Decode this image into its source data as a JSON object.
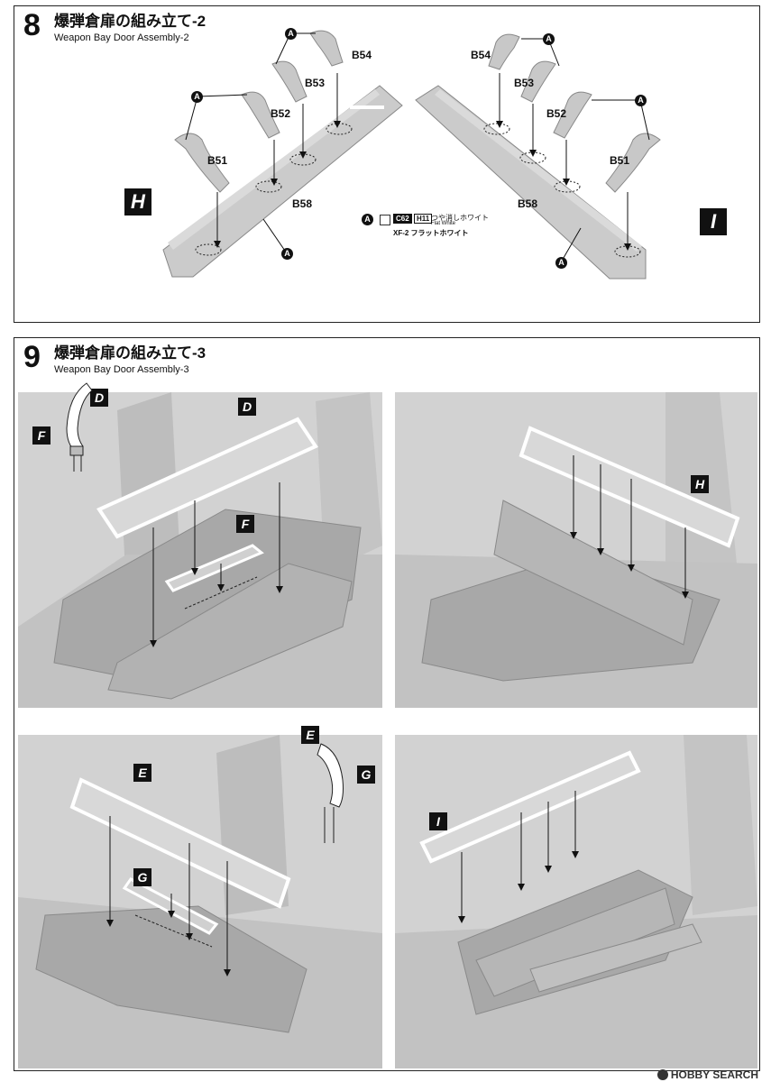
{
  "step8": {
    "number": "8",
    "title_jp": "爆弾倉扉の組み立て-2",
    "title_en": "Weapon Bay Door Assembly-2",
    "left_group": {
      "letter": "H",
      "parts": [
        "B54",
        "B53",
        "B52",
        "B51",
        "B58"
      ]
    },
    "right_group": {
      "letter": "I",
      "parts": [
        "B54",
        "B53",
        "B52",
        "B51",
        "B58"
      ]
    },
    "paint_marker": "A",
    "legend": {
      "marker": "A",
      "code1": "C62",
      "code2": "H11",
      "name_jp": "つや消しホワイト",
      "name_en": "Flat White",
      "alt": "XF-2 フラットホワイト"
    }
  },
  "step9": {
    "number": "9",
    "title_jp": "爆弾倉扉の組み立て-3",
    "title_en": "Weapon Bay Door Assembly-3",
    "top_left": {
      "detail_top": "D",
      "detail_side": "F",
      "door": "D",
      "insert": "F"
    },
    "top_right": {
      "door": "H"
    },
    "bottom_left": {
      "door": "E",
      "insert": "G",
      "detail_top": "E",
      "detail_side": "G"
    },
    "bottom_right": {
      "door": "I"
    }
  },
  "watermark": {
    "text": "HOBBY SEARCH"
  },
  "colors": {
    "part_gray": "#c8c8c8",
    "ink": "#111111",
    "photo_bg": "#cfcfcf"
  }
}
